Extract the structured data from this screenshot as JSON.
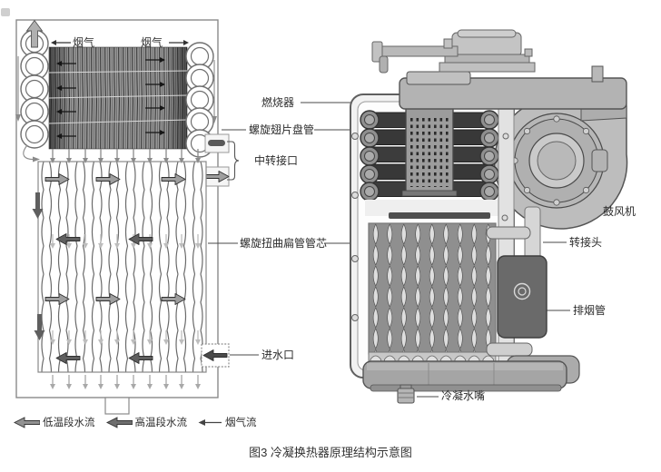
{
  "figure": {
    "caption": "图3 冷凝换热器原理结构示意图"
  },
  "schematic": {
    "flue_gas_top_left": "烟气",
    "flue_gas_top_right": "烟气",
    "labels": {
      "burner": "燃烧器",
      "spiral_finned_coil": "螺旋翅片盘管",
      "transfer_port": "中转接口",
      "twisted_flat_tube_core": "螺旋扭曲扁管管芯",
      "water_inlet": "进水口"
    },
    "legend": [
      {
        "name": "low-temp-water-flow",
        "label": "低温段水流",
        "style": "block-arrow",
        "arrow_color": "#929292"
      },
      {
        "name": "high-temp-water-flow",
        "label": "高温段水流",
        "style": "block-arrow",
        "arrow_color": "#6e6e6e"
      },
      {
        "name": "flue-gas-flow",
        "label": "烟气流",
        "style": "line-arrow",
        "arrow_color": "#444444"
      }
    ]
  },
  "model": {
    "labels": {
      "blower": "鼓风机",
      "adapter": "转接头",
      "exhaust_pipe": "排烟管",
      "condensate_nozzle": "冷凝水嘴"
    }
  },
  "palette": {
    "line": "#444444",
    "dark_water_arrow": "#5f5f5f",
    "light_water_arrow": "#9e9e9e",
    "flue_arrow_light": "#bdbdbd",
    "exhaust_box": "#6a6a6a"
  }
}
